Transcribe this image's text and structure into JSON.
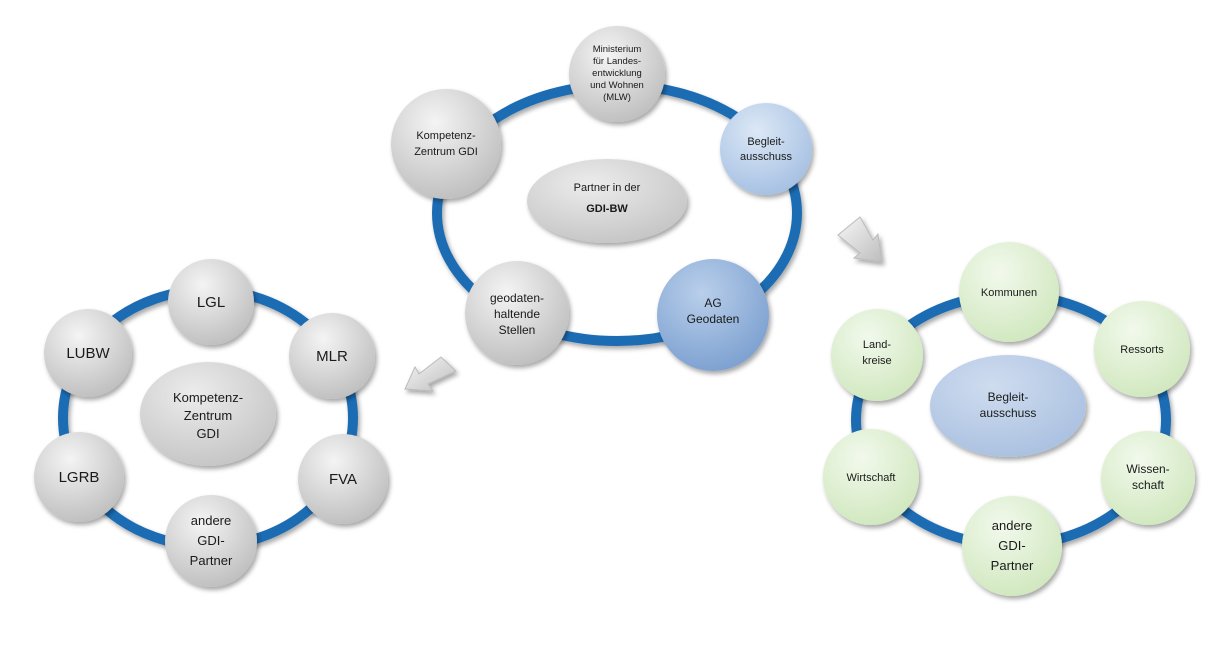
{
  "colors": {
    "ring": "#1f6cb4",
    "gray_node": "#cfcfcf",
    "blue_node": "#a9c4e6",
    "blue_dark_node": "#8fb0d9",
    "green_node": "#dcefcf"
  },
  "top_cycle": {
    "center": {
      "lines": [
        "Partner in der",
        "GDI-BW"
      ]
    },
    "nodes": [
      {
        "lines": [
          "Ministerium",
          "für Landes-",
          "entwicklung",
          "und Wohnen",
          "(MLW)"
        ],
        "color": "gray"
      },
      {
        "lines": [
          "Begleit-",
          "ausschuss"
        ],
        "color": "blue"
      },
      {
        "lines": [
          "AG",
          "Geodaten"
        ],
        "color": "blue_dark"
      },
      {
        "lines": [
          "geodaten-",
          "haltende",
          "Stellen"
        ],
        "color": "gray"
      },
      {
        "lines": [
          "Kompetenz-",
          "Zentrum GDI"
        ],
        "color": "gray"
      }
    ]
  },
  "left_cycle": {
    "center": {
      "lines": [
        "Kompetenz-",
        "Zentrum",
        "GDI"
      ]
    },
    "nodes": [
      {
        "lines": [
          "LGL"
        ],
        "color": "gray"
      },
      {
        "lines": [
          "MLR"
        ],
        "color": "gray"
      },
      {
        "lines": [
          "FVA"
        ],
        "color": "gray"
      },
      {
        "lines": [
          "andere",
          "GDI-",
          "Partner"
        ],
        "color": "gray"
      },
      {
        "lines": [
          "LGRB"
        ],
        "color": "gray"
      },
      {
        "lines": [
          "LUBW"
        ],
        "color": "gray"
      }
    ]
  },
  "right_cycle": {
    "center": {
      "lines": [
        "Begleit-",
        "ausschuss"
      ]
    },
    "nodes": [
      {
        "lines": [
          "Kommunen"
        ],
        "color": "green"
      },
      {
        "lines": [
          "Ressorts"
        ],
        "color": "green"
      },
      {
        "lines": [
          "Wissen-",
          "schaft"
        ],
        "color": "green"
      },
      {
        "lines": [
          "andere",
          "GDI-",
          "Partner"
        ],
        "color": "green"
      },
      {
        "lines": [
          "Wirtschaft"
        ],
        "color": "green"
      },
      {
        "lines": [
          "Land-",
          "kreise"
        ],
        "color": "green"
      }
    ]
  },
  "arrows": [
    {
      "direction": "down-right"
    },
    {
      "direction": "down-left"
    }
  ]
}
